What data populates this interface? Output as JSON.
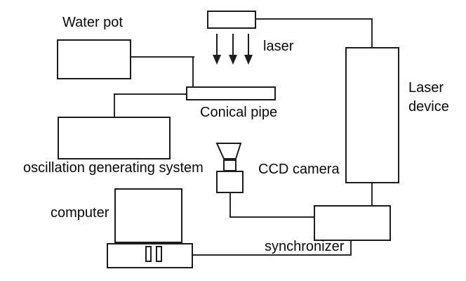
{
  "diagram": {
    "type": "experimental-setup-schematic",
    "background_color": "#ffffff",
    "stroke_color": "#1c1c1c",
    "text_color": "#0a0a0a",
    "labels": {
      "water_pot": "Water pot",
      "laser_beam": "laser",
      "conical_pipe": "Conical pipe",
      "oscillation_system": "oscillation generating system",
      "computer": "computer",
      "ccd_camera": "CCD camera",
      "laser_device_line1": "Laser",
      "laser_device_line2": "device",
      "synchronizer": "synchronizer"
    },
    "components": [
      {
        "id": "laser_head",
        "label": ""
      },
      {
        "id": "water_pot",
        "label": "Water pot"
      },
      {
        "id": "conical_pipe",
        "label": "Conical pipe"
      },
      {
        "id": "oscillation_system",
        "label": "oscillation generating system"
      },
      {
        "id": "laser_device",
        "label": "Laser device"
      },
      {
        "id": "ccd_camera",
        "label": "CCD camera"
      },
      {
        "id": "computer",
        "label": "computer"
      },
      {
        "id": "synchronizer",
        "label": "synchronizer"
      }
    ],
    "connections": [
      {
        "from": "water_pot",
        "to": "conical_pipe",
        "style": "elbow-line"
      },
      {
        "from": "conical_pipe",
        "to": "oscillation_system",
        "style": "elbow-line"
      },
      {
        "from": "laser_head",
        "to": "laser_device",
        "style": "elbow-line"
      },
      {
        "from": "laser_device",
        "to": "synchronizer",
        "style": "straight-line"
      },
      {
        "from": "ccd_camera",
        "to": "synchronizer",
        "style": "elbow-line"
      },
      {
        "from": "computer",
        "to": "synchronizer",
        "style": "elbow-line"
      },
      {
        "from": "laser_head",
        "to": "conical_pipe",
        "style": "three-down-arrows",
        "annotation": "laser"
      }
    ]
  }
}
